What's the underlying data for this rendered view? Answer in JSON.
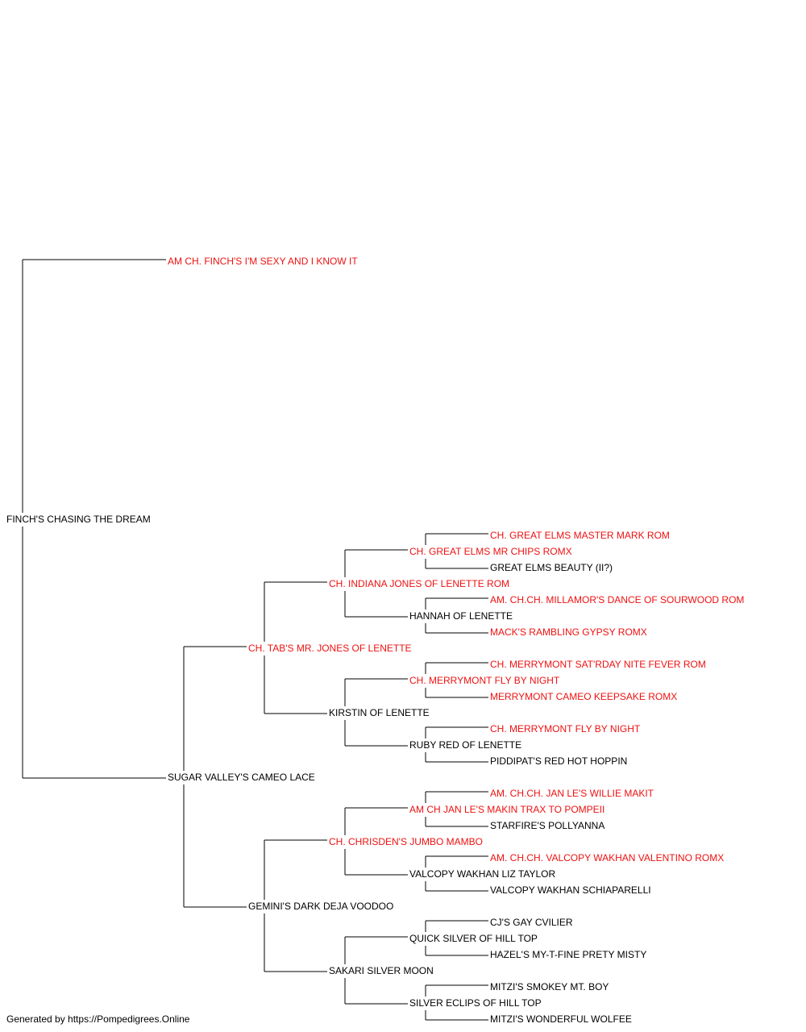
{
  "colors": {
    "champion": "#ee1111",
    "normal": "#000000",
    "line": "#000000"
  },
  "pedigree": {
    "subject": {
      "name": "FINCH'S CHASING THE DREAM",
      "champion": false
    },
    "sire": {
      "name": "AM CH. FINCH'S I'M SEXY AND I KNOW IT",
      "champion": true
    },
    "dam": {
      "name": "SUGAR VALLEY'S CAMEO LACE",
      "champion": false
    },
    "dam_sire": {
      "name": "CH. TAB'S MR. JONES OF LENETTE",
      "champion": true
    },
    "dam_sire_sire": {
      "name": "CH. INDIANA JONES OF LENETTE ROM",
      "champion": true
    },
    "dam_sire_sire_sire": {
      "name": "CH. GREAT ELMS MR CHIPS ROMX",
      "champion": true
    },
    "dam_sire_sire_sire_sire": {
      "name": "CH. GREAT ELMS MASTER MARK ROM",
      "champion": true
    },
    "dam_sire_sire_sire_dam": {
      "name": "GREAT ELMS BEAUTY (II?)",
      "champion": false
    },
    "dam_sire_sire_dam": {
      "name": "HANNAH OF LENETTE",
      "champion": false
    },
    "dam_sire_sire_dam_sire": {
      "name": "AM. CH.CH. MILLAMOR'S DANCE OF SOURWOOD ROM",
      "champion": true
    },
    "dam_sire_sire_dam_dam": {
      "name": "MACK'S RAMBLING GYPSY ROMX",
      "champion": true
    },
    "dam_sire_dam": {
      "name": "KIRSTIN OF LENETTE",
      "champion": false
    },
    "dam_sire_dam_sire": {
      "name": "CH. MERRYMONT FLY BY NIGHT",
      "champion": true
    },
    "dam_sire_dam_sire_sire": {
      "name": "CH. MERRYMONT SAT'RDAY NITE FEVER ROM",
      "champion": true
    },
    "dam_sire_dam_sire_dam": {
      "name": "MERRYMONT CAMEO KEEPSAKE ROMX",
      "champion": true
    },
    "dam_sire_dam_dam": {
      "name": "RUBY RED OF LENETTE",
      "champion": false
    },
    "dam_sire_dam_dam_sire": {
      "name": "CH. MERRYMONT FLY BY NIGHT",
      "champion": true
    },
    "dam_sire_dam_dam_dam": {
      "name": "PIDDIPAT'S RED HOT HOPPIN",
      "champion": false
    },
    "dam_dam": {
      "name": "GEMINI'S DARK DEJA VOODOO",
      "champion": false
    },
    "dam_dam_sire": {
      "name": "CH. CHRISDEN'S JUMBO MAMBO",
      "champion": true
    },
    "dam_dam_sire_sire": {
      "name": "AM CH JAN LE'S MAKIN TRAX TO POMPEII",
      "champion": true
    },
    "dam_dam_sire_sire_sire": {
      "name": "AM. CH.CH. JAN LE'S WILLIE MAKIT",
      "champion": true
    },
    "dam_dam_sire_sire_dam": {
      "name": "STARFIRE'S POLLYANNA",
      "champion": false
    },
    "dam_dam_sire_dam": {
      "name": "VALCOPY WAKHAN LIZ TAYLOR",
      "champion": false
    },
    "dam_dam_sire_dam_sire": {
      "name": "AM. CH.CH. VALCOPY WAKHAN VALENTINO ROMX",
      "champion": true
    },
    "dam_dam_sire_dam_dam": {
      "name": "VALCOPY WAKHAN SCHIAPARELLI",
      "champion": false
    },
    "dam_dam_dam": {
      "name": "SAKARI SILVER MOON",
      "champion": false
    },
    "dam_dam_dam_sire": {
      "name": "QUICK SILVER OF HILL TOP",
      "champion": false
    },
    "dam_dam_dam_sire_sire": {
      "name": "CJ'S GAY CVILIER",
      "champion": false
    },
    "dam_dam_dam_sire_dam": {
      "name": "HAZEL'S MY-T-FINE PRETY MISTY",
      "champion": false
    },
    "dam_dam_dam_dam": {
      "name": "SILVER ECLIPS OF HILL TOP",
      "champion": false
    },
    "dam_dam_dam_dam_sire": {
      "name": "MITZI'S SMOKEY MT. BOY",
      "champion": false
    },
    "dam_dam_dam_dam_dam": {
      "name": "MITZI'S WONDERFUL WOLFEE",
      "champion": false
    }
  },
  "footer": {
    "text": "Generated by https://Pompedigrees.Online"
  }
}
